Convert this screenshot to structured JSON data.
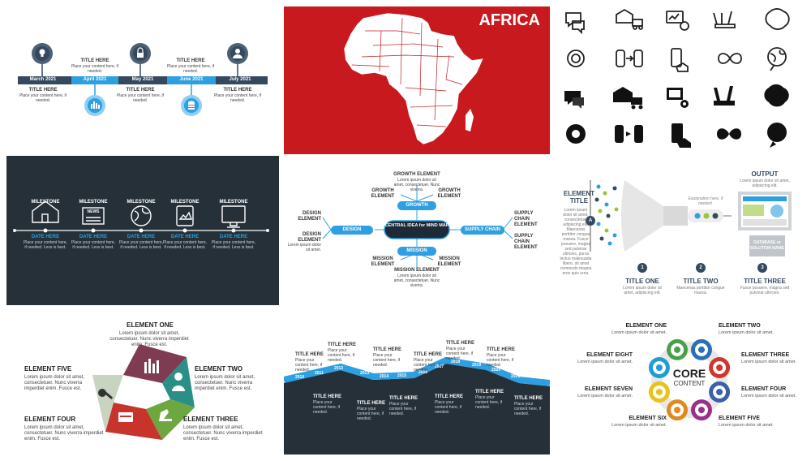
{
  "timeline_months": {
    "months": [
      "March 2021",
      "April 2021",
      "May 2021",
      "June 2021",
      "July 2021"
    ],
    "title": "TITLE HERE",
    "body": "Place your content here, if needed."
  },
  "africa": {
    "title": "AFRICA"
  },
  "icons_grid": {
    "rows": [
      [
        "speech-bubbles-outline-icon",
        "warehouse-truck-outline-icon",
        "monitor-gear-outline-icon",
        "swiss-knife-outline-icon",
        "brain-circuit-outline-icon"
      ],
      [
        "gear-outline-icon",
        "cylinder-to-cylinder-outline-icon",
        "phone-hand-outline-icon",
        "infinity-outline-icon",
        "globe-bubble-outline-icon"
      ],
      [
        "speech-bubbles-solid-icon",
        "warehouse-truck-solid-icon",
        "monitor-gear-solid-icon",
        "swiss-knife-solid-icon",
        "brain-circuit-solid-icon"
      ],
      [
        "gear-solid-icon",
        "cylinder-to-cylinder-solid-icon",
        "phone-hand-solid-icon",
        "infinity-solid-icon",
        "globe-bubble-solid-icon"
      ]
    ]
  },
  "milestones": {
    "label": "MILESTONE",
    "date": "DATE HERE",
    "body": "Place your content here, if needed. Less is best.",
    "icons": [
      "house-icon",
      "newspaper-icon",
      "globe-icon",
      "tablet-photo-icon",
      "monitor-icon"
    ],
    "news_text": "NEWS"
  },
  "mindmap": {
    "center": "CENTRAL IDEA for MIND MAP",
    "growth": "GROWTH",
    "growth_element": "GROWTH ELEMENT",
    "design": "DESIGN",
    "design_element": "DESIGN ELEMENT",
    "supply": "SUPPLY CHAIN",
    "supply_element": "SUPPLY CHAIN ELEMENT",
    "mission": "MISSION",
    "mission_element": "MISSION ELEMENT",
    "body": "Lorem ipsum dolor sit amet, consectetuer. Nunc viverra.",
    "short_body": "Lorem ipsum dolor sit amet."
  },
  "funnel": {
    "element_title": "ELEMENT TITLE",
    "element_body": "Lorem ipsum dolor sit amet, consectetuer adipiscing elit. Maecenas porttitor congue massa. Fusce posuere, magna sed pulvinar ultricies, purus lectus malesuada libero, sit amet commodo magna eros quis urna.",
    "marker": "A",
    "explanation": "Explanation here, if needed.",
    "output_title": "OUTPUT",
    "output_body": "Lorem ipsum dolor sit amet, adipiscing elit.",
    "database": "DATABASE or SOLUTION NAME",
    "steps": [
      {
        "num": "1",
        "title": "TITLE ONE",
        "body": "Lorem ipsum dolor sit amet, adipiscing elit."
      },
      {
        "num": "2",
        "title": "TITLE TWO",
        "body": "Maecenas porttitor congue massa."
      },
      {
        "num": "3",
        "title": "TITLE THREE",
        "body": "Fusce posuere, magna sed pulvinar ultricies."
      }
    ]
  },
  "pentagon": {
    "elements": [
      {
        "title": "ELEMENT ONE",
        "body": "Lorem ipsum dolor sit amet, consectetuer. Nunc viverra imperdiet enim. Fusce est."
      },
      {
        "title": "ELEMENT TWO",
        "body": "Lorem ipsum dolor sit amet, consectetuer. Nunc viverra imperdiet enim. Fusce est."
      },
      {
        "title": "ELEMENT THREE",
        "body": "Lorem ipsum dolor sit amet, consectetuer. Nunc viverra imperdiet enim. Fusce est."
      },
      {
        "title": "ELEMENT FOUR",
        "body": "Lorem ipsum dolor sit amet, consectetuer. Nunc viverra imperdiet enim. Fusce est."
      },
      {
        "title": "ELEMENT FIVE",
        "body": "Lorem ipsum dolor sit amet, consectetuer. Nunc viverra imperdiet enim. Fusce est."
      }
    ],
    "colors": [
      "#c8d4c0",
      "#2a8f86",
      "#6ea640",
      "#c8342b",
      "#7e3b52"
    ]
  },
  "road": {
    "years": [
      "2010",
      "2011",
      "2012",
      "2013",
      "2014",
      "2015",
      "2016",
      "2017",
      "2018",
      "2019",
      "2020",
      "2021"
    ],
    "title": "TITLE HERE",
    "body": "Place your content here, if needed."
  },
  "core": {
    "title": "CORE",
    "subtitle": "CONTENT",
    "elements": [
      {
        "title": "ELEMENT ONE",
        "body": "Lorem ipsum dolor sit amet.",
        "color": "#4aa04a"
      },
      {
        "title": "ELEMENT TWO",
        "body": "Lorem ipsum dolor sit amet.",
        "color": "#2d6fb5"
      },
      {
        "title": "ELEMENT THREE",
        "body": "Lorem ipsum dolor sit amet.",
        "color": "#d1362e"
      },
      {
        "title": "ELEMENT FOUR",
        "body": "Lorem ipsum dolor sit amet.",
        "color": "#3d5fa8"
      },
      {
        "title": "ELEMENT FIVE",
        "body": "Lorem ipsum dolor sit amet.",
        "color": "#9b2f8a"
      },
      {
        "title": "ELEMENT SIX",
        "body": "Lorem ipsum dolor sit amet.",
        "color": "#e08a1e"
      },
      {
        "title": "ELEMENT SEVEN",
        "body": "Lorem ipsum dolor sit amet.",
        "color": "#e6c41b"
      },
      {
        "title": "ELEMENT EIGHT",
        "body": "Lorem ipsum dolor sit amet.",
        "color": "#1f9ed6"
      }
    ]
  }
}
